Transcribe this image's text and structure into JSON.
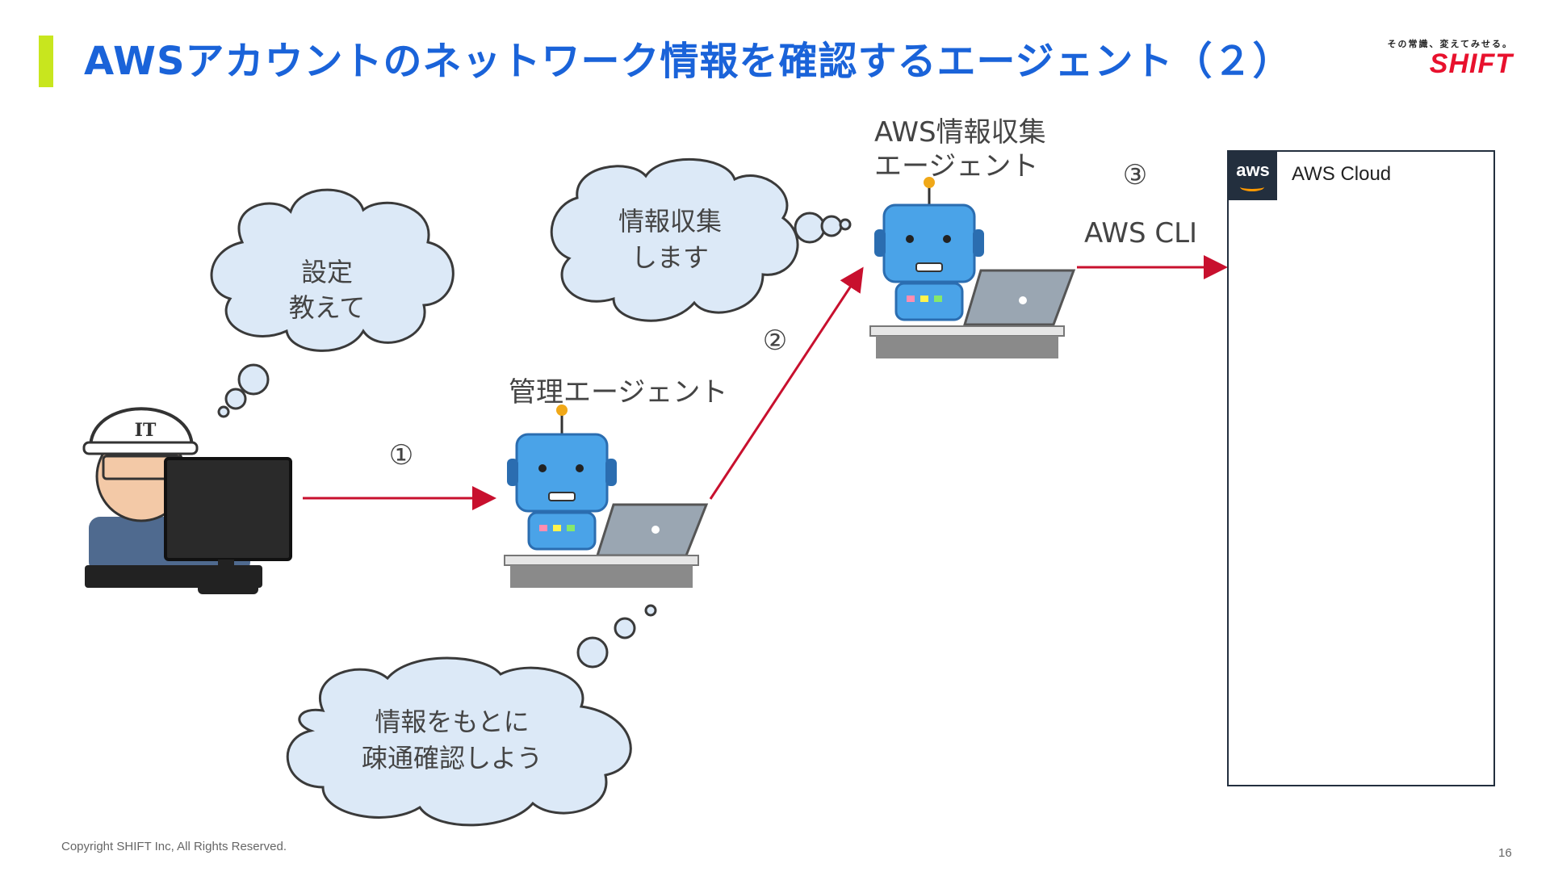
{
  "slide": {
    "title": "AWSアカウントのネットワーク情報を確認するエージェント（２）",
    "logo_tagline": "その常識、変えてみせる。",
    "logo_word": "SHIFT",
    "copyright": "Copyright SHIFT Inc, All Rights Reserved.",
    "page_number": "16"
  },
  "diagram": {
    "bubble_user": [
      "設定",
      "教えて"
    ],
    "bubble_collect": [
      "情報収集",
      "します"
    ],
    "bubble_manager": [
      "情報をもとに",
      "疎通確認しよう"
    ],
    "manager_label": "管理エージェント",
    "collector_label": [
      "AWS情報収集",
      "エージェント"
    ],
    "step1": "①",
    "step2": "②",
    "step3": "③",
    "cli_label": "AWS CLI",
    "aws_badge": "aws",
    "aws_cloud_label": "AWS Cloud",
    "user_helmet_text": "IT"
  },
  "colors": {
    "title": "#1a63d9",
    "accent_bar": "#c8e61e",
    "arrow": "#c8102e",
    "bubble_fill": "#dce9f7",
    "robot_blue": "#4aa3e8",
    "aws_dark": "#232f3e"
  }
}
